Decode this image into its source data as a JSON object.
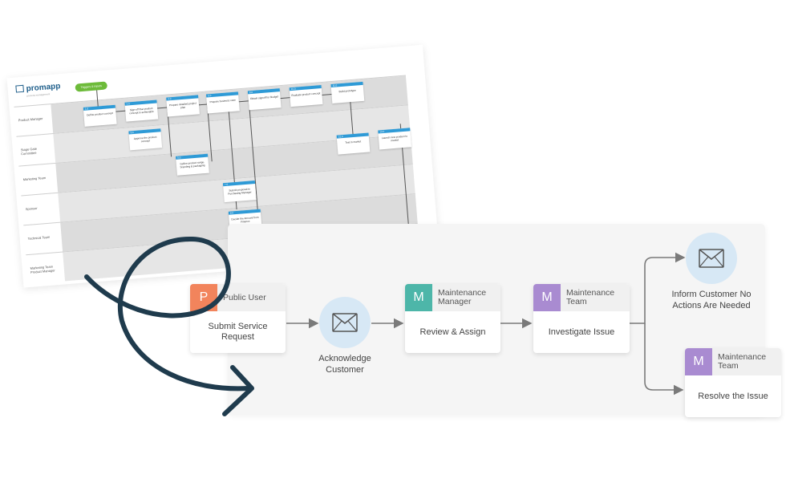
{
  "swimlane": {
    "logo_text": "promapp",
    "logo_sub": "process management",
    "trigger": "Triggers & Inputs",
    "lanes": [
      "Product Manager",
      "Stage Gate Committee",
      "Marketing Team",
      "Sponsor",
      "Technical Team",
      "Marketing Team Product Manager"
    ],
    "boxes": [
      {
        "num": "1.0",
        "text": "Define product concept"
      },
      {
        "num": "2.0",
        "text": "Sign-off that product concept is achievable"
      },
      {
        "num": "3.0",
        "text": "Approve the product concept"
      },
      {
        "num": "4.0",
        "text": "Prepare detailed project plan"
      },
      {
        "num": "5.0",
        "text": "Define product range, branding & packaging"
      },
      {
        "num": "6.0",
        "text": "Prepare business case"
      },
      {
        "num": "7.0",
        "text": "Submit proposal to Purchasing Manager"
      },
      {
        "num": "8.0",
        "text": "Decide the Amount from Finance"
      },
      {
        "num": "9.0",
        "text": "Obtain signoff for Budget"
      },
      {
        "num": "10.0",
        "text": "Evaluate product concept"
      },
      {
        "num": "11.0",
        "text": "Build prototype"
      },
      {
        "num": "12.0",
        "text": "Test in market"
      },
      {
        "num": "13.0",
        "text": "Launch new product to market"
      }
    ]
  },
  "flow": {
    "public_user": {
      "badge": "P",
      "badge_color": "#f2845c",
      "role": "Public User",
      "task": "Submit Service Request"
    },
    "acknowledge": {
      "label": "Acknowledge Customer",
      "icon": "envelope-icon"
    },
    "maint_manager": {
      "badge": "M",
      "badge_color": "#4db6a9",
      "role": "Maintenance Manager",
      "task": "Review & Assign"
    },
    "maint_team": {
      "badge": "M",
      "badge_color": "#a98bd1",
      "role": "Maintenance Team",
      "task": "Investigate Issue"
    },
    "inform": {
      "label": "Inform Customer No Actions Are Needed",
      "icon": "envelope-icon"
    },
    "resolve": {
      "badge": "M",
      "badge_color": "#a98bd1",
      "role": "Maintenance Team",
      "task": "Resolve the Issue"
    }
  },
  "colors": {
    "arrow": "#7a7a7a",
    "swoosh": "#1f3b4d",
    "mail_bg": "#d7e8f5"
  }
}
